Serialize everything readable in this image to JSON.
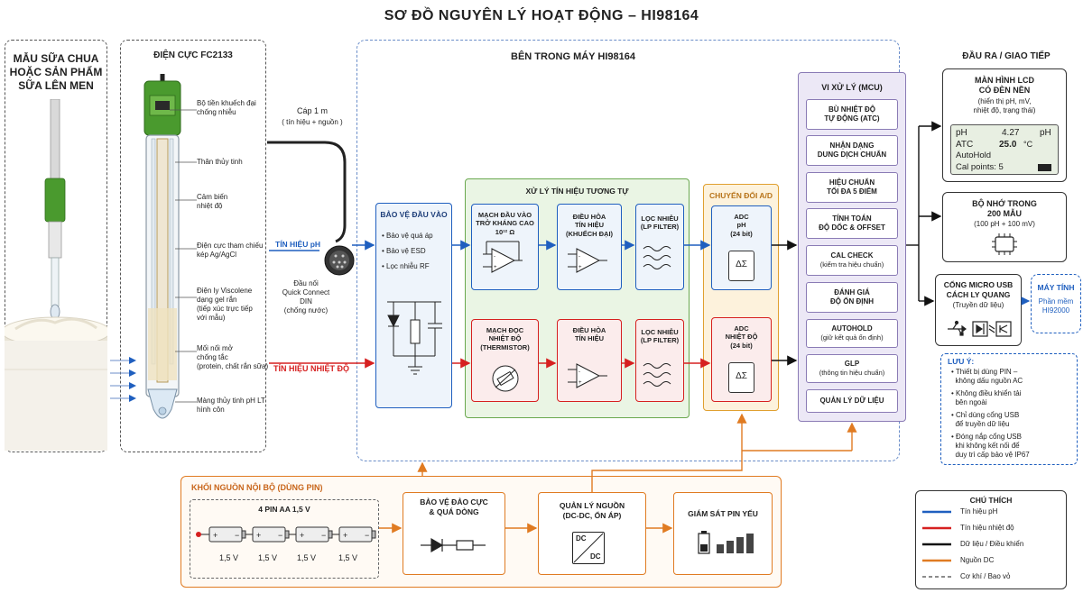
{
  "title": "SƠ ĐỒ NGUYÊN LÝ HOẠT ĐỘNG – HI98164",
  "sample": {
    "label_lines": [
      "MẪU SỮA CHUA",
      "HOẶC SẢN PHẨM",
      "SỮA LÊN MEN"
    ]
  },
  "probe": {
    "title": "ĐIỆN CỰC FC2133",
    "labels": [
      "Bộ tiền khuếch đại\nchống nhiễu",
      "Thân thủy tinh",
      "Cảm biến\nnhiệt độ",
      "Điện cực tham chiếu\nkép Ag/AgCl",
      "Điện ly Viscolene\ndạng gel rắn\n(tiếp xúc trực tiếp\nvới mẫu)",
      "Mối nối mở\nchống tắc\n(protein, chất rắn sữa)",
      "Màng thủy tinh pH LT\nhình côn"
    ]
  },
  "cable": {
    "label": "Cáp 1 m",
    "sublabel": "( tín hiệu + nguồn )",
    "connector": "Đầu nối\nQuick Connect\nDIN\n(chống nước)"
  },
  "signals": {
    "ph": "TÍN HIỆU pH",
    "temp": "TÍN HIỆU NHIỆT ĐỘ"
  },
  "inside": {
    "title": "BÊN TRONG MÁY HI98164",
    "protection": {
      "title": "BẢO VỆ ĐẦU VÀO",
      "items": [
        "• Bảo vệ quá áp",
        "• Bảo vệ ESD",
        "• Lọc nhiễu RF"
      ]
    },
    "analog": {
      "title": "XỬ LÝ TÍN HIỆU TƯƠNG TỰ",
      "ph_input": "MẠCH ĐẦU VÀO\nTRỞ KHÁNG CAO\n10¹² Ω",
      "ph_cond": "ĐIỀU HÒA\nTÍN HIỆU\n(KHUẾCH ĐẠI)",
      "ph_filter": "LỌC NHIỄU\n(LP FILTER)",
      "temp_input": "MẠCH ĐỌC\nNHIỆT ĐỘ\n(THERMISTOR)",
      "temp_cond": "ĐIỀU HÒA\nTÍN HIỆU",
      "temp_filter": "LỌC NHIỄU\n(LP FILTER)"
    },
    "adc": {
      "title": "CHUYỂN ĐỔI A/D",
      "ph": "ADC\npH\n(24 bit)",
      "temp": "ADC\nNHIỆT ĐỘ\n(24 bit)",
      "symbol": "ΔΣ"
    },
    "mcu": {
      "title": "VI XỬ LÝ (MCU)",
      "items": [
        {
          "main": "BÙ NHIỆT ĐỘ\nTỰ ĐỘNG (ATC)",
          "sub": ""
        },
        {
          "main": "NHẬN DẠNG\nDUNG DỊCH CHUẨN",
          "sub": ""
        },
        {
          "main": "HIỆU CHUẨN\nTỐI ĐA 5 ĐIỂM",
          "sub": ""
        },
        {
          "main": "TÍNH TOÁN\nĐỘ DỐC & OFFSET",
          "sub": ""
        },
        {
          "main": "CAL CHECK",
          "sub": "(kiểm tra hiệu chuẩn)"
        },
        {
          "main": "ĐÁNH GIÁ\nĐỘ ỔN ĐỊNH",
          "sub": ""
        },
        {
          "main": "AUTOHOLD",
          "sub": "(giữ kết quả ổn định)"
        },
        {
          "main": "GLP",
          "sub": "(thông tin hiệu chuẩn)"
        },
        {
          "main": "QUẢN LÝ DỮ LIỆU",
          "sub": ""
        }
      ]
    }
  },
  "outputs": {
    "title": "ĐẦU RA / GIAO TIẾP",
    "lcd": {
      "title": "MÀN HÌNH LCD\nCÓ ĐÈN NỀN",
      "sub": "(hiển thị pH, mV,\nnhiệt độ, trạng thái)",
      "ph_label": "pH",
      "ph_value": "4.27",
      "ph_unit": "pH",
      "atc_label": "ATC",
      "temp_value": "25.0",
      "temp_unit": "°C",
      "autohold": "AutoHold",
      "cal": "Cal points: 5"
    },
    "memory": {
      "title": "BỘ NHỚ TRONG\n200 MẪU",
      "sub": "(100 pH + 100 mV)"
    },
    "usb": {
      "title": "CỔNG MICRO USB\nCÁCH LY QUANG",
      "sub": "(Truyền dữ liệu)"
    },
    "pc": {
      "title": "MÁY TÍNH",
      "sub": "Phần mềm\nHI92000"
    }
  },
  "notes": {
    "title": "LƯU Ý:",
    "items": [
      "• Thiết bị dùng PIN –\n  không dấu nguồn AC",
      "• Không điều khiển tải\n  bên ngoài",
      "• Chỉ dùng cổng USB\n  để truyền dữ liệu",
      "• Đóng nắp cổng USB\n  khi không kết nối để\n  duy trì cấp bảo vệ IP67"
    ]
  },
  "power": {
    "title": "KHỐI NGUỒN NỘI BỘ (DÙNG PIN)",
    "batteries_title": "4 PIN AA 1,5 V",
    "cell_voltage": "1,5 V",
    "protect": "BẢO VỆ ĐẢO CỰC\n& QUÁ DÒNG",
    "manage": "QUẢN LÝ NGUỒN\n(DC-DC, ỔN ÁP)",
    "dcdc_top": "DC",
    "dcdc_bottom": "DC",
    "monitor": "GIÁM SÁT PIN YẾU"
  },
  "legend": {
    "title": "CHÚ THÍCH",
    "items": [
      {
        "label": "Tín hiệu pH",
        "color": "#1f5fbf"
      },
      {
        "label": "Tín hiệu nhiệt độ",
        "color": "#d62020"
      },
      {
        "label": "Dữ liệu / Điều khiển",
        "color": "#111111"
      },
      {
        "label": "Nguồn DC",
        "color": "#e07b22"
      },
      {
        "label": "Cơ khí / Bao vỏ",
        "color": "#666666"
      }
    ]
  },
  "colors": {
    "ph": "#1f5fbf",
    "temp": "#d62020",
    "data": "#111111",
    "power": "#e07b22",
    "mech": "#666666",
    "analog_bg": "#eaf5e4",
    "adc_bg": "#fdf2dc",
    "mcu_bg": "#ece8f6",
    "probe_green": "#4a9a2e"
  }
}
